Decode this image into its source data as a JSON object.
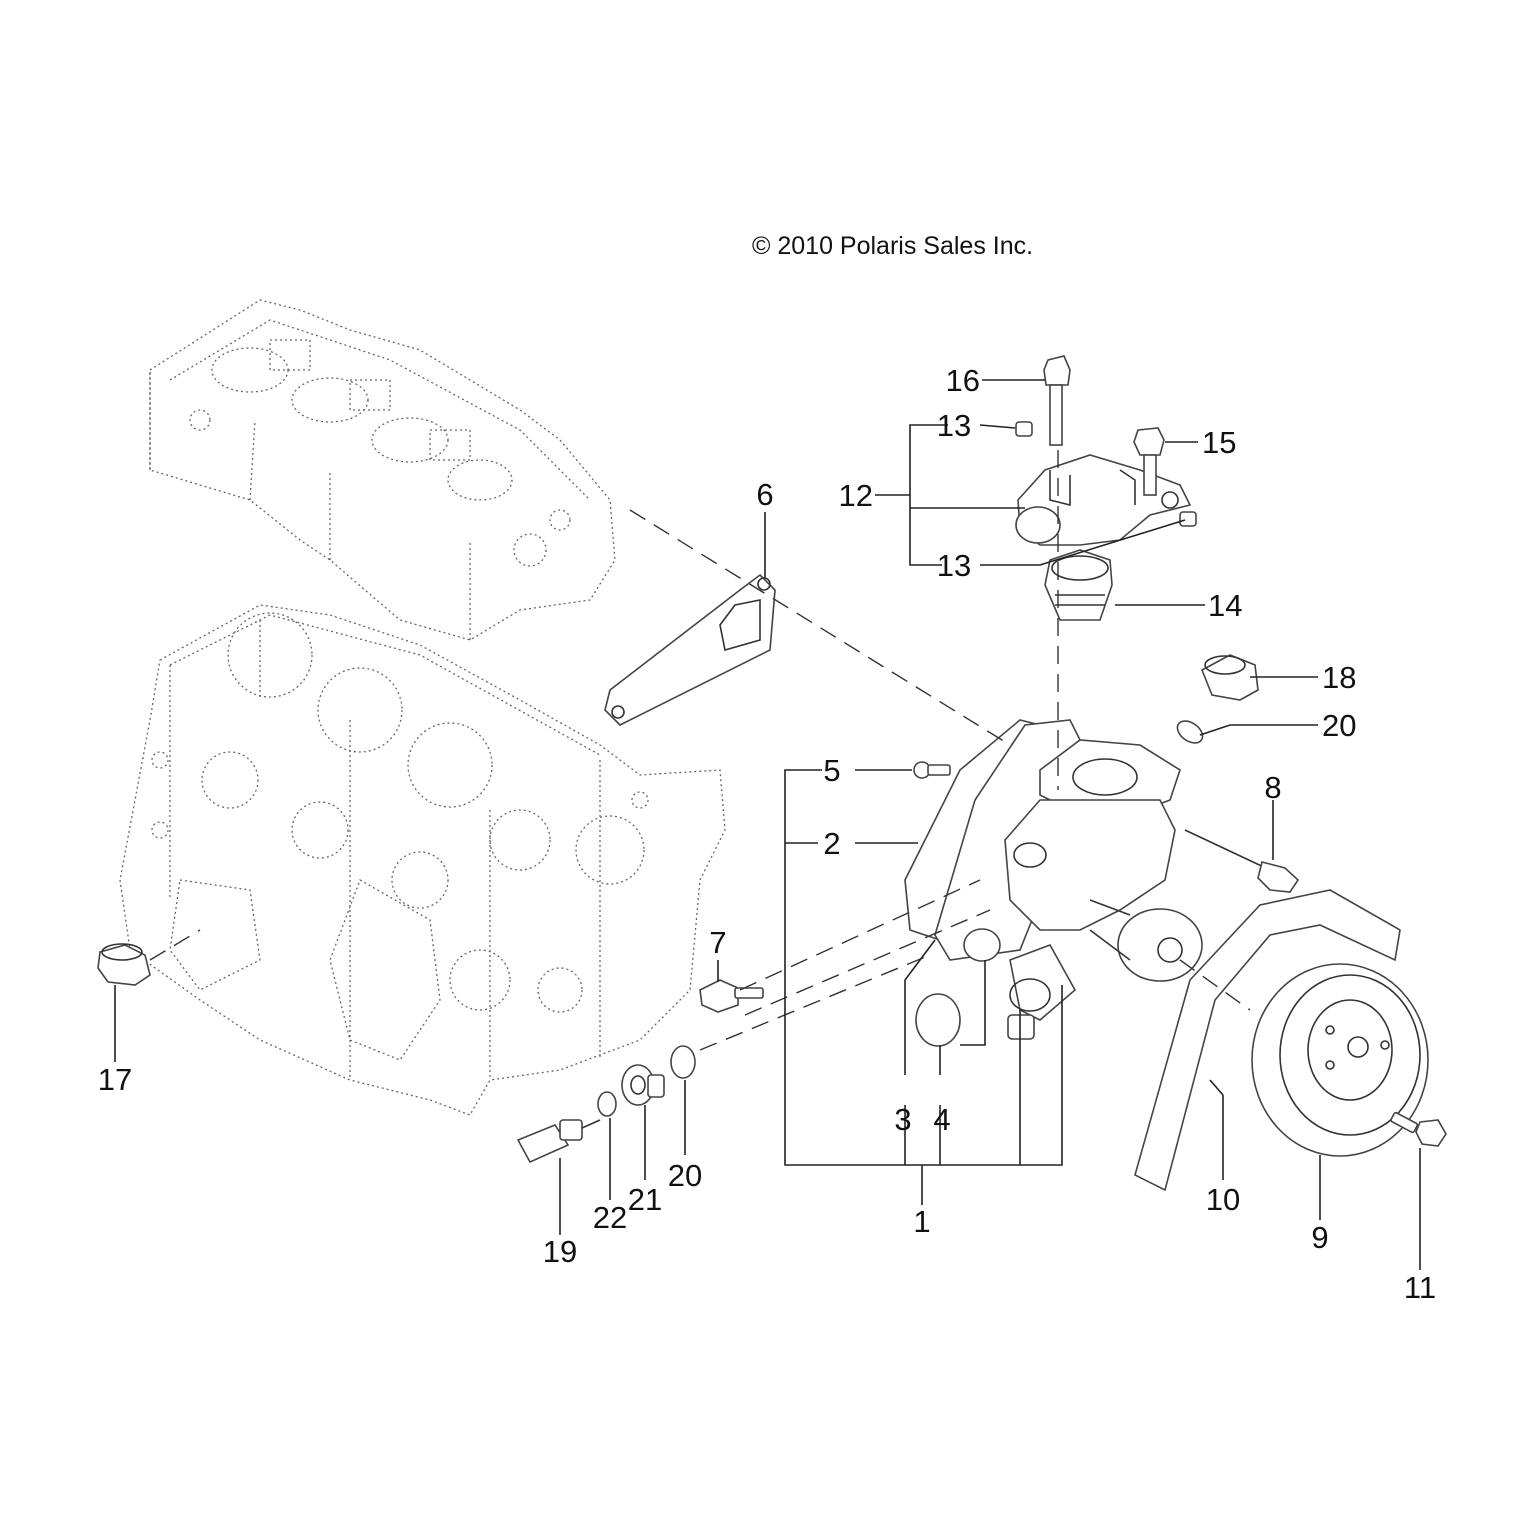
{
  "copyright": "© 2010 Polaris Sales Inc.",
  "callouts": {
    "c1": "1",
    "c2": "2",
    "c3": "3",
    "c4": "4",
    "c5": "5",
    "c6": "6",
    "c7": "7",
    "c8": "8",
    "c9": "9",
    "c10": "10",
    "c11": "11",
    "c12": "12",
    "c13a": "13",
    "c13b": "13",
    "c14": "14",
    "c15": "15",
    "c16": "16",
    "c17": "17",
    "c18": "18",
    "c19": "19",
    "c20a": "20",
    "c20b": "20",
    "c21": "21",
    "c22": "22"
  },
  "colors": {
    "line": "#333333",
    "background": "#ffffff"
  }
}
